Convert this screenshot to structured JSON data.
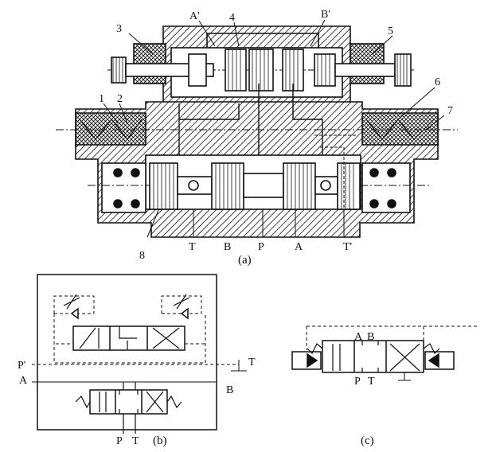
{
  "figure_a": {
    "part_labels": [
      "1",
      "2",
      "3",
      "4",
      "5",
      "6",
      "7",
      "8"
    ],
    "port_labels": {
      "a_prime": "A'",
      "b_prime": "B'",
      "t": "T",
      "b": "B",
      "p": "P",
      "a": "A",
      "t_prime": "T'"
    },
    "caption": "(a)"
  },
  "figure_b": {
    "port_labels": {
      "p_prime": "P'",
      "a": "A",
      "b": "B",
      "t_right": "T",
      "p": "P",
      "t": "T"
    },
    "caption": "(b)"
  },
  "figure_c": {
    "port_labels": {
      "a": "A",
      "b": "B",
      "p": "P",
      "t": "T"
    },
    "caption": "(c)"
  },
  "colors": {
    "ink": "#111111",
    "paper": "#ffffff",
    "hatch": "#111111"
  }
}
